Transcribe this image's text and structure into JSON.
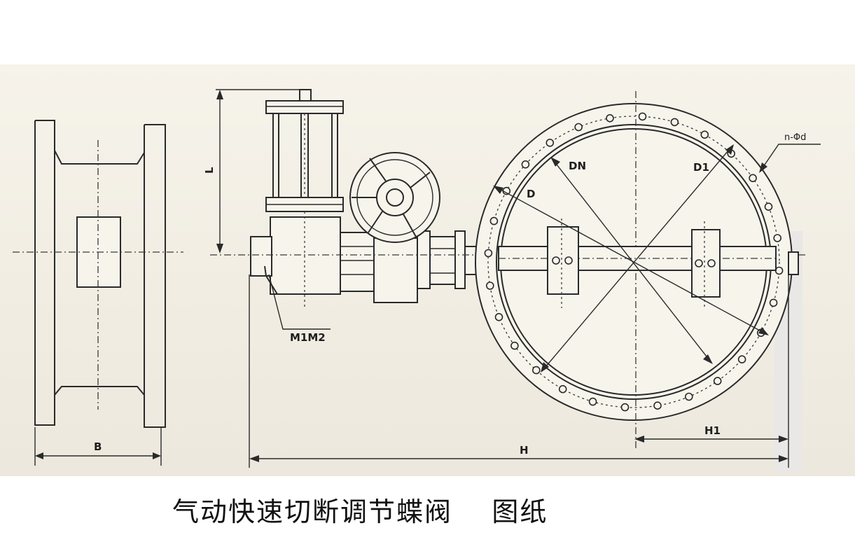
{
  "caption": "气动快速切断调节蝶阀    图纸",
  "labels": {
    "L": "L",
    "B": "B",
    "M1M2": "M1M2",
    "H": "H",
    "H1": "H1",
    "DN": "DN",
    "D": "D",
    "D1": "D1",
    "n_phi_d": "n-Φd"
  }
}
